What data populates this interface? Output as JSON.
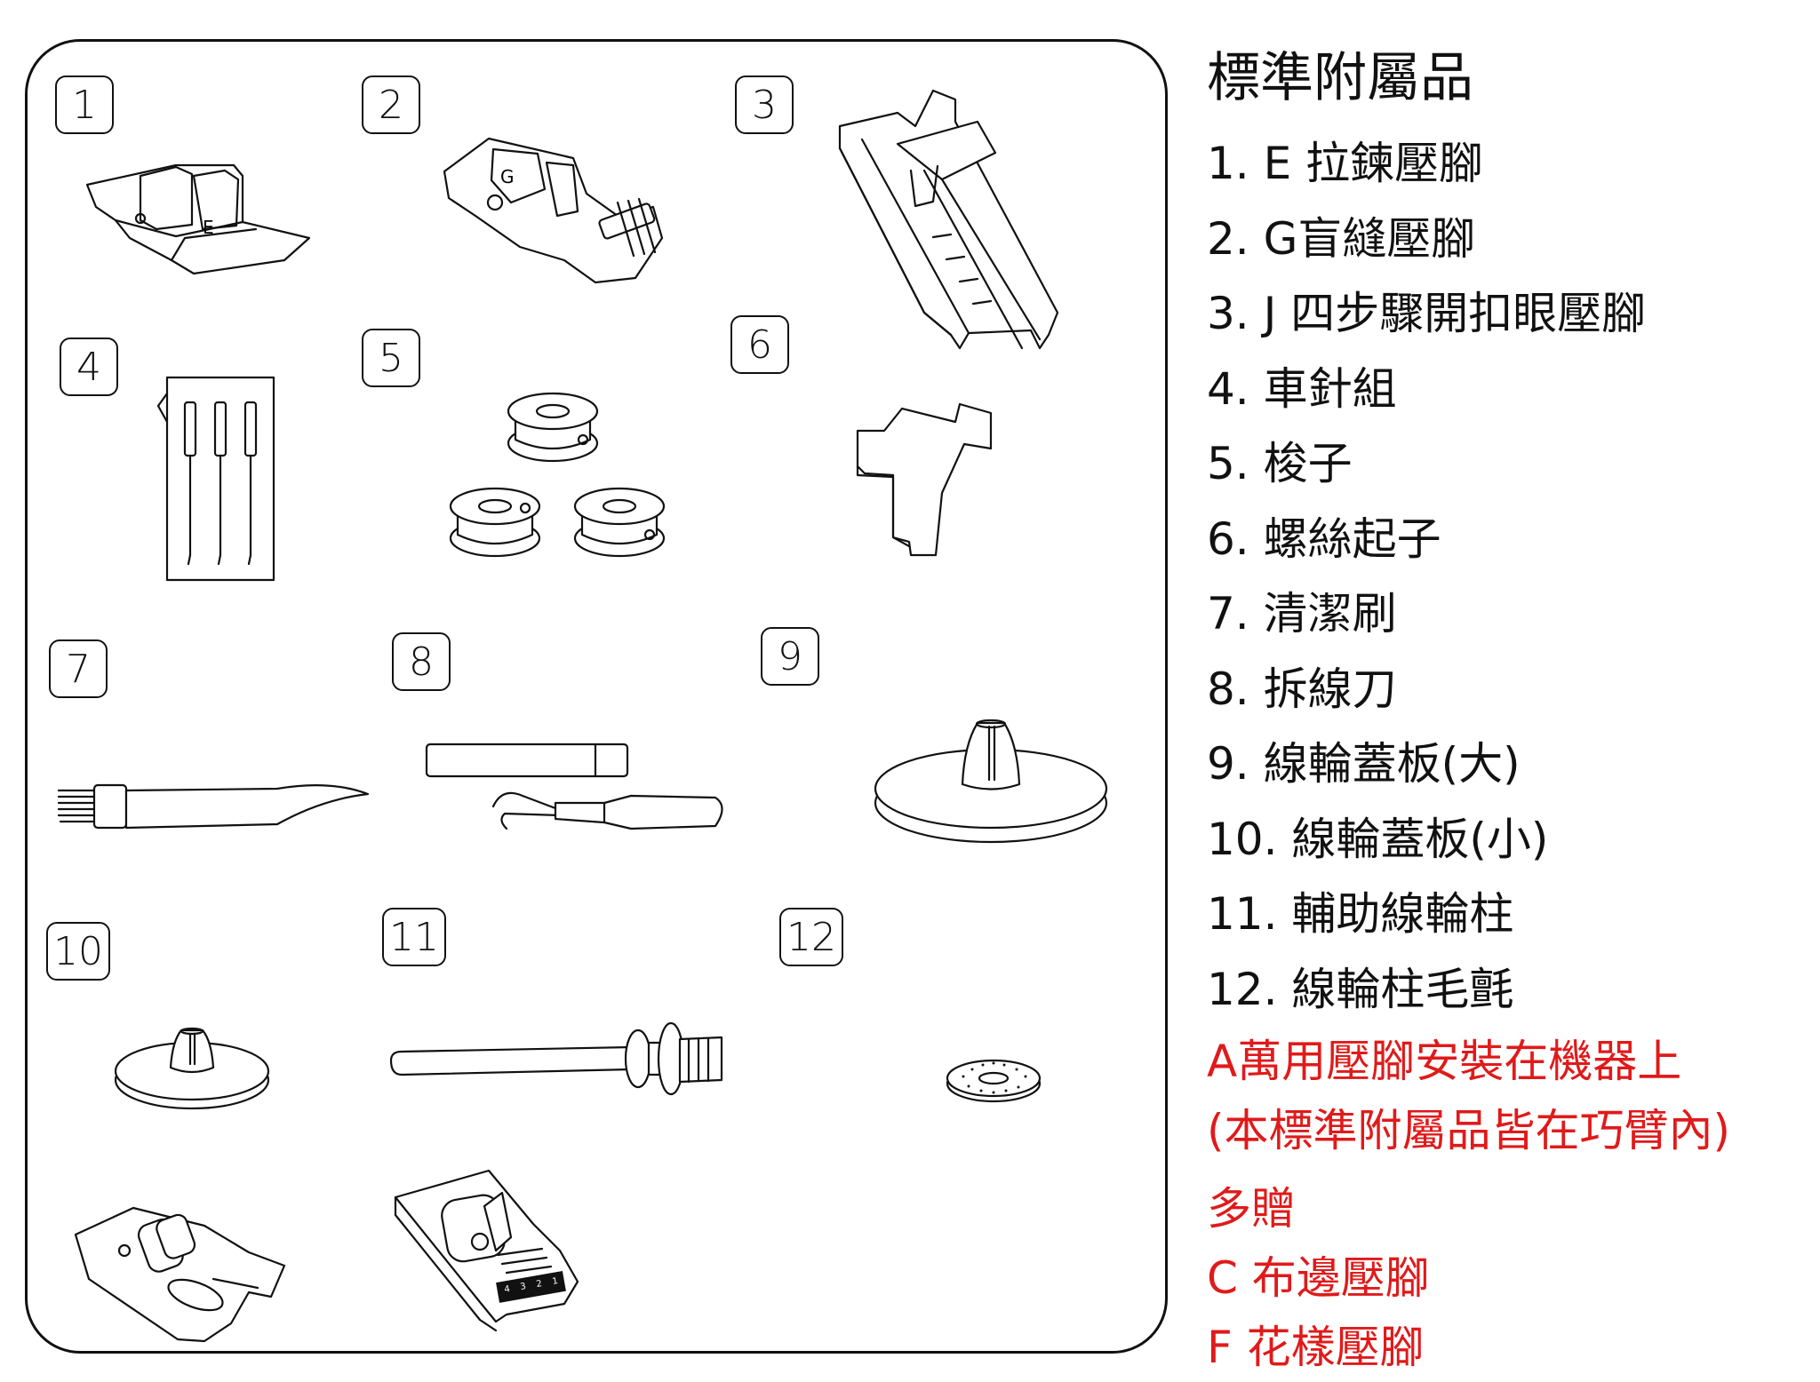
{
  "legend": {
    "title": "標準附屬品",
    "items": [
      "1. E 拉鍊壓腳",
      "2. G盲縫壓腳",
      "3. J 四步驟開扣眼壓腳",
      "4. 車針組",
      "5. 梭子",
      "6.  螺絲起子",
      "7. 清潔刷",
      "8. 拆線刀",
      "9. 線輪蓋板(大)",
      "10. 線輪蓋板(小)",
      "11. 輔助線輪柱",
      "12. 線輪柱毛氈"
    ],
    "note_line1": "A萬用壓腳安裝在機器上",
    "note_line2": "(本標準附屬品皆在巧臂內)",
    "bonus_title": "多贈",
    "bonus_items": [
      "C 布邊壓腳",
      "F 花樣壓腳"
    ],
    "accent_color": "#e01a1a"
  },
  "numbers": [
    "1",
    "2",
    "3",
    "4",
    "5",
    "6",
    "7",
    "8",
    "9",
    "10",
    "11",
    "12"
  ],
  "foot_letters": {
    "e_foot": "E",
    "g_foot": "G",
    "ruler_marks": [
      "4",
      "3",
      "2",
      "1"
    ]
  },
  "parts": [
    {
      "num": "1",
      "name": "zipper-foot-e"
    },
    {
      "num": "2",
      "name": "blind-hem-foot-g"
    },
    {
      "num": "3",
      "name": "buttonhole-foot-j"
    },
    {
      "num": "4",
      "name": "needle-set"
    },
    {
      "num": "5",
      "name": "bobbins"
    },
    {
      "num": "6",
      "name": "screwdriver"
    },
    {
      "num": "7",
      "name": "cleaning-brush"
    },
    {
      "num": "8",
      "name": "seam-ripper"
    },
    {
      "num": "9",
      "name": "spool-cap-large"
    },
    {
      "num": "10",
      "name": "spool-cap-small"
    },
    {
      "num": "11",
      "name": "auxiliary-spool-pin"
    },
    {
      "num": "12",
      "name": "spool-pin-felt"
    }
  ]
}
